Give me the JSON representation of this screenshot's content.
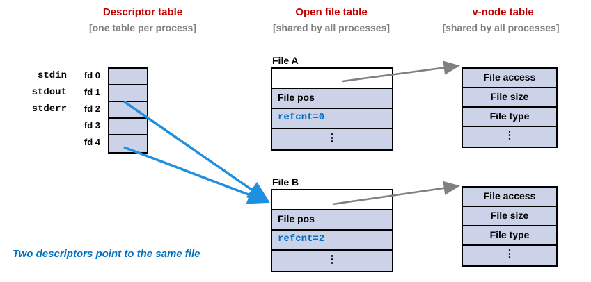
{
  "headings": [
    {
      "title": "Descriptor table",
      "subtitle": "[one table per process]"
    },
    {
      "title": "Open file table",
      "subtitle": "[shared by all processes]"
    },
    {
      "title": "v-node table",
      "subtitle": "[shared by all processes]"
    }
  ],
  "descriptor_table": {
    "rows": [
      {
        "name": "stdin",
        "fd": "fd 0"
      },
      {
        "name": "stdout",
        "fd": "fd 1"
      },
      {
        "name": "stderr",
        "fd": "fd 2"
      },
      {
        "name": "",
        "fd": "fd 3"
      },
      {
        "name": "",
        "fd": "fd 4"
      }
    ]
  },
  "open_file_tables": [
    {
      "label": "File A",
      "rows": [
        {
          "text": "",
          "style": "plain"
        },
        {
          "text": "File pos",
          "style": "filled"
        },
        {
          "text": "refcnt=0",
          "style": "refcnt"
        },
        {
          "text": "⋮",
          "style": "dots"
        }
      ]
    },
    {
      "label": "File B",
      "rows": [
        {
          "text": "",
          "style": "plain"
        },
        {
          "text": "File pos",
          "style": "filled"
        },
        {
          "text": "refcnt=2",
          "style": "refcnt"
        },
        {
          "text": "⋮",
          "style": "dots"
        }
      ]
    }
  ],
  "vnode_tables": [
    {
      "rows": [
        "File access",
        "File size",
        "File type",
        "⋮"
      ]
    },
    {
      "rows": [
        "File access",
        "File size",
        "File type",
        "⋮"
      ]
    }
  ],
  "caption": "Two descriptors point to the same file",
  "colors": {
    "heading": "#c00000",
    "subheading": "#808080",
    "cell_fill": "#ccd3e8",
    "blue_arrow": "#1f8fe0",
    "gray_arrow": "#808080",
    "caption": "#0070c0"
  }
}
